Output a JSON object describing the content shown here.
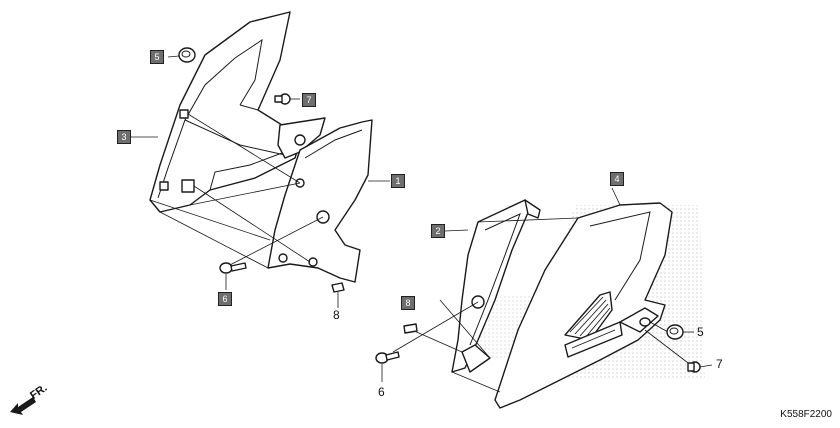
{
  "callouts": {
    "c1": "1",
    "c2": "2",
    "c3": "3",
    "c4": "4",
    "c5_top": "5",
    "c7_top": "7",
    "c6_top": "6",
    "c8_top": "8",
    "c8_right": "8",
    "c6_right": "6",
    "c5_right": "5",
    "c7_right": "7"
  },
  "direction_label": "FR.",
  "diagram_code": "K558F2200",
  "colors": {
    "line": "#1a1a1a",
    "callout_box": "#6f6f6f",
    "watermark": "#cfcfcf"
  }
}
